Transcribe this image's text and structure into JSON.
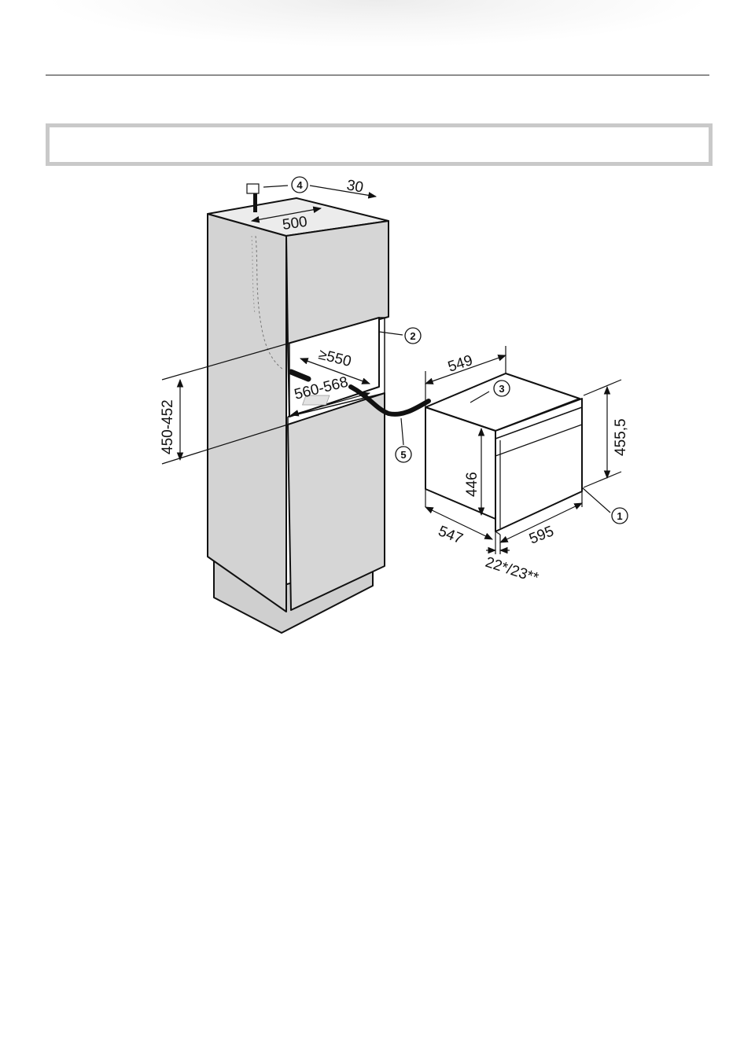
{
  "dimensions": {
    "top_depth": "30",
    "top_width": "500",
    "niche_depth": "≥550",
    "niche_width": "560-568",
    "niche_height": "450-452",
    "appliance_depth": "549",
    "appliance_height_total": "455,5",
    "appliance_height_body": "446",
    "appliance_body_depth": "547",
    "appliance_width": "595",
    "front_thickness": "22*/23**"
  },
  "callouts": [
    "1",
    "2",
    "3",
    "4",
    "5"
  ],
  "colors": {
    "cabinet_fill": "#d6d6d6",
    "cabinet_dark": "#b9b9b9",
    "line": "#111111",
    "title_box_border": "#c9c9c9"
  }
}
